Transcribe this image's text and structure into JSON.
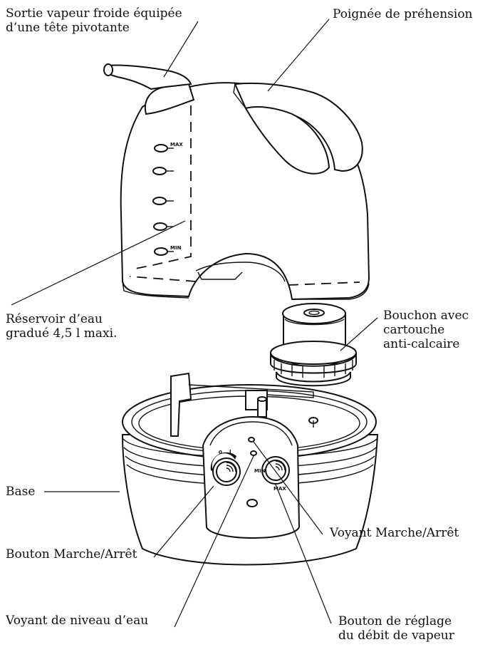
{
  "labels": {
    "steam_outlet": "Sortie vapeur froide équipée\nd’une tête pivotante",
    "handle": "Poignée de préhension",
    "tank": "Réservoir d’eau\ngradué 4,5 l maxi.",
    "cap": "Bouchon avec\ncartouche\nanti-calcaire",
    "base": "Base",
    "onoff_button": "Bouton Marche/Arrêt",
    "onoff_light": "Voyant Marche/Arrêt",
    "water_light": "Voyant de niveau d’eau",
    "flow_knob": "Bouton de réglage\ndu débit de vapeur"
  },
  "markings": {
    "max": "MAX",
    "min": "MIN",
    "knob_min": "MIN",
    "knob_max": "MAX",
    "knob_o": "0",
    "knob_i": "I"
  }
}
